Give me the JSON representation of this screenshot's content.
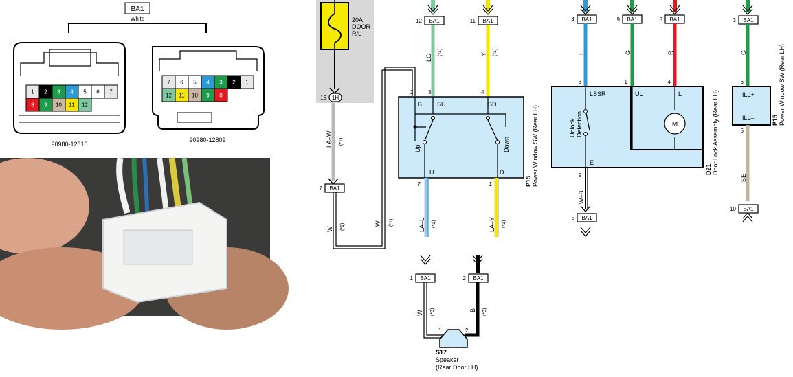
{
  "connector_legend": {
    "title": "BA1",
    "color_note": "White",
    "left_part": "90980-12810",
    "right_part": "90980-12809",
    "left_pins": [
      {
        "n": "1",
        "fill": "#e8e8e8",
        "tc": "#000"
      },
      {
        "n": "2",
        "fill": "#000000",
        "tc": "#fff"
      },
      {
        "n": "3",
        "fill": "#1e9c4a",
        "tc": "#fff"
      },
      {
        "n": "4",
        "fill": "#2d9ad8",
        "tc": "#fff"
      },
      {
        "n": "5",
        "fill": "#ffffff",
        "tc": "#000"
      },
      {
        "n": "6",
        "fill": "#ffffff",
        "tc": "#000"
      },
      {
        "n": "7",
        "fill": "#e8e8e8",
        "tc": "#000"
      },
      {
        "n": "8",
        "fill": "#e21b23",
        "tc": "#fff"
      },
      {
        "n": "9",
        "fill": "#1e9c4a",
        "tc": "#fff"
      },
      {
        "n": "10",
        "fill": "#c9b8a6",
        "tc": "#000"
      },
      {
        "n": "11",
        "fill": "#f5e500",
        "tc": "#000"
      },
      {
        "n": "12",
        "fill": "#7fc8a0",
        "tc": "#000"
      }
    ],
    "right_pins": [
      {
        "n": "7",
        "fill": "#e8e8e8",
        "tc": "#000"
      },
      {
        "n": "6",
        "fill": "#ffffff",
        "tc": "#000"
      },
      {
        "n": "5",
        "fill": "#ffffff",
        "tc": "#000"
      },
      {
        "n": "4",
        "fill": "#2d9ad8",
        "tc": "#fff"
      },
      {
        "n": "3",
        "fill": "#1e9c4a",
        "tc": "#fff"
      },
      {
        "n": "2",
        "fill": "#000000",
        "tc": "#fff"
      },
      {
        "n": "1",
        "fill": "#e8e8e8",
        "tc": "#000"
      },
      {
        "n": "12",
        "fill": "#7fc8a0",
        "tc": "#000"
      },
      {
        "n": "11",
        "fill": "#f5e500",
        "tc": "#000"
      },
      {
        "n": "10",
        "fill": "#c9b8a6",
        "tc": "#000"
      },
      {
        "n": "9",
        "fill": "#1e9c4a",
        "tc": "#fff"
      },
      {
        "n": "8",
        "fill": "#e21b23",
        "tc": "#fff"
      }
    ]
  },
  "fuse": {
    "line1": "20A",
    "line2": "DOOR",
    "line3": "R/L"
  },
  "wires": {
    "fuse_out": {
      "pin": "16",
      "conn": "1H",
      "label": "LA–W",
      "note": "(*1)",
      "pin2": "7",
      "conn2": "BA1",
      "label2": "W",
      "note2": "(*1)"
    },
    "b_feed": {
      "label": "W",
      "note": "(*1)"
    },
    "su": {
      "pin": "12",
      "conn": "BA1",
      "label": "LG",
      "note": "(*1)"
    },
    "sd": {
      "pin": "11",
      "conn": "BA1",
      "label": "Y",
      "note": "(*1)"
    },
    "u_out": {
      "pin": "7",
      "label": "LA–L",
      "note": "(*1)"
    },
    "d_out": {
      "pin": "1",
      "label": "LA–Y",
      "note": "(*1)"
    },
    "lssr": {
      "pin": "4",
      "conn": "BA1",
      "label": "L",
      "pin_in": "6"
    },
    "ul": {
      "pin": "9",
      "conn": "BA1",
      "label": "G",
      "pin_in": "1"
    },
    "l": {
      "pin": "8",
      "conn": "BA1",
      "label": "R",
      "pin_in": "4"
    },
    "e": {
      "pin_out": "9",
      "label": "W–B",
      "pin": "5",
      "conn": "BA1"
    },
    "illp": {
      "pin": "3",
      "conn": "BA1",
      "label": "G",
      "pin_in": "6"
    },
    "illm": {
      "pin_out": "5",
      "label": "BE",
      "pin": "10",
      "conn": "BA1"
    },
    "spk1": {
      "pin": "1",
      "conn": "BA1",
      "label": "W",
      "note": "(*3)"
    },
    "spk2": {
      "pin": "2",
      "conn": "BA1",
      "label": "B",
      "note": "(*3)"
    }
  },
  "switch_p15": {
    "pins": {
      "b": "2",
      "su": "3",
      "sd": "4"
    },
    "terms": {
      "b": "B",
      "su": "SU",
      "sd": "SD",
      "u": "U",
      "d": "D"
    },
    "up": "Up",
    "down": "Down",
    "code": "P15",
    "name": "Power Window SW (Rear LH)"
  },
  "door_lock_d21": {
    "terms": {
      "lssr": "LSSR",
      "ul": "UL",
      "l": "L",
      "e": "E"
    },
    "unlock1": "Unlock",
    "unlock2": "Detection",
    "motor": "M",
    "code": "D21",
    "name": "Door Lock Assembly (Rear LH)"
  },
  "ill_p15": {
    "terms": {
      "p": "ILL+",
      "m": "ILL–"
    },
    "code": "P15",
    "name": "Power Window SW (Rear LH)"
  },
  "speaker": {
    "pin1": "1",
    "pin2": "2",
    "code": "S17",
    "name": "Speaker",
    "loc": "(Rear Door LH)"
  },
  "colors": {
    "gray": "#b8b8b8",
    "lg": "#7fc8a0",
    "y": "#f5e500",
    "l": "#2d9ad8",
    "g": "#1e9c4a",
    "r": "#e21b23",
    "be": "#c4b39f",
    "la": "#9ec8ea",
    "box": "#cdeafa",
    "fusebg": "#d8d8d8",
    "fuse": "#f5ea00"
  }
}
